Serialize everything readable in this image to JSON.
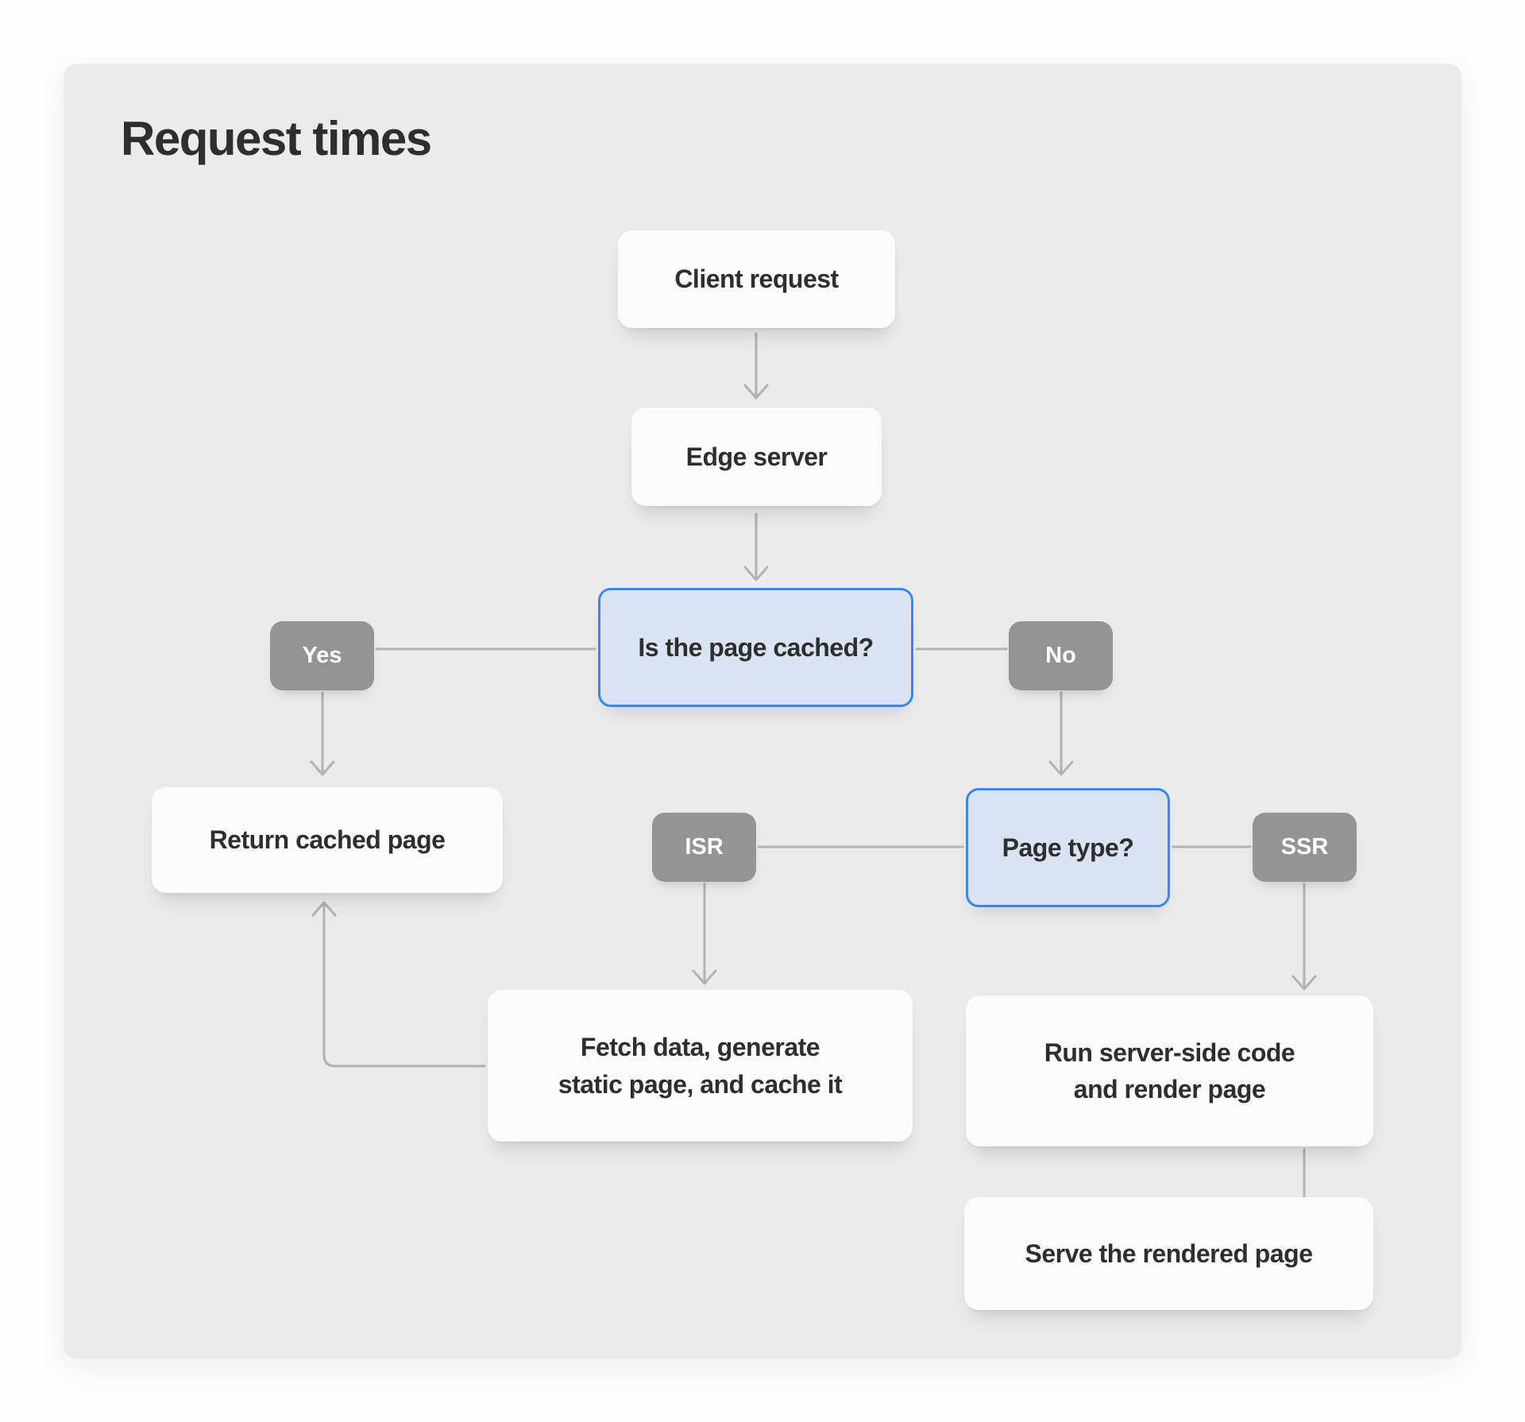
{
  "title": "Request times",
  "colors": {
    "page_bg": "#fdfdfd",
    "card_bg": "#ebebeb",
    "node_bg": "#fbfbfb",
    "decision_fill": "#d9e3f1",
    "decision_border": "#3b87f2",
    "badge_bg": "#949494",
    "badge_text": "#ffffff",
    "text": "#2e2e2e",
    "connector": "#b2b2b2"
  },
  "nodes": {
    "client_request": {
      "label": "Client request"
    },
    "edge_server": {
      "label": "Edge server"
    },
    "is_page_cached": {
      "label": "Is the page cached?"
    },
    "yes_badge": {
      "label": "Yes"
    },
    "no_badge": {
      "label": "No"
    },
    "return_cached_page": {
      "label": "Return cached page"
    },
    "page_type": {
      "label": "Page type?"
    },
    "isr_badge": {
      "label": "ISR"
    },
    "ssr_badge": {
      "label": "SSR"
    },
    "fetch_generate_cache": {
      "label": "Fetch data, generate\nstatic page, and cache it"
    },
    "run_server_side": {
      "label": "Run server-side code\nand render page"
    },
    "serve_rendered_page": {
      "label": "Serve the rendered page"
    }
  }
}
